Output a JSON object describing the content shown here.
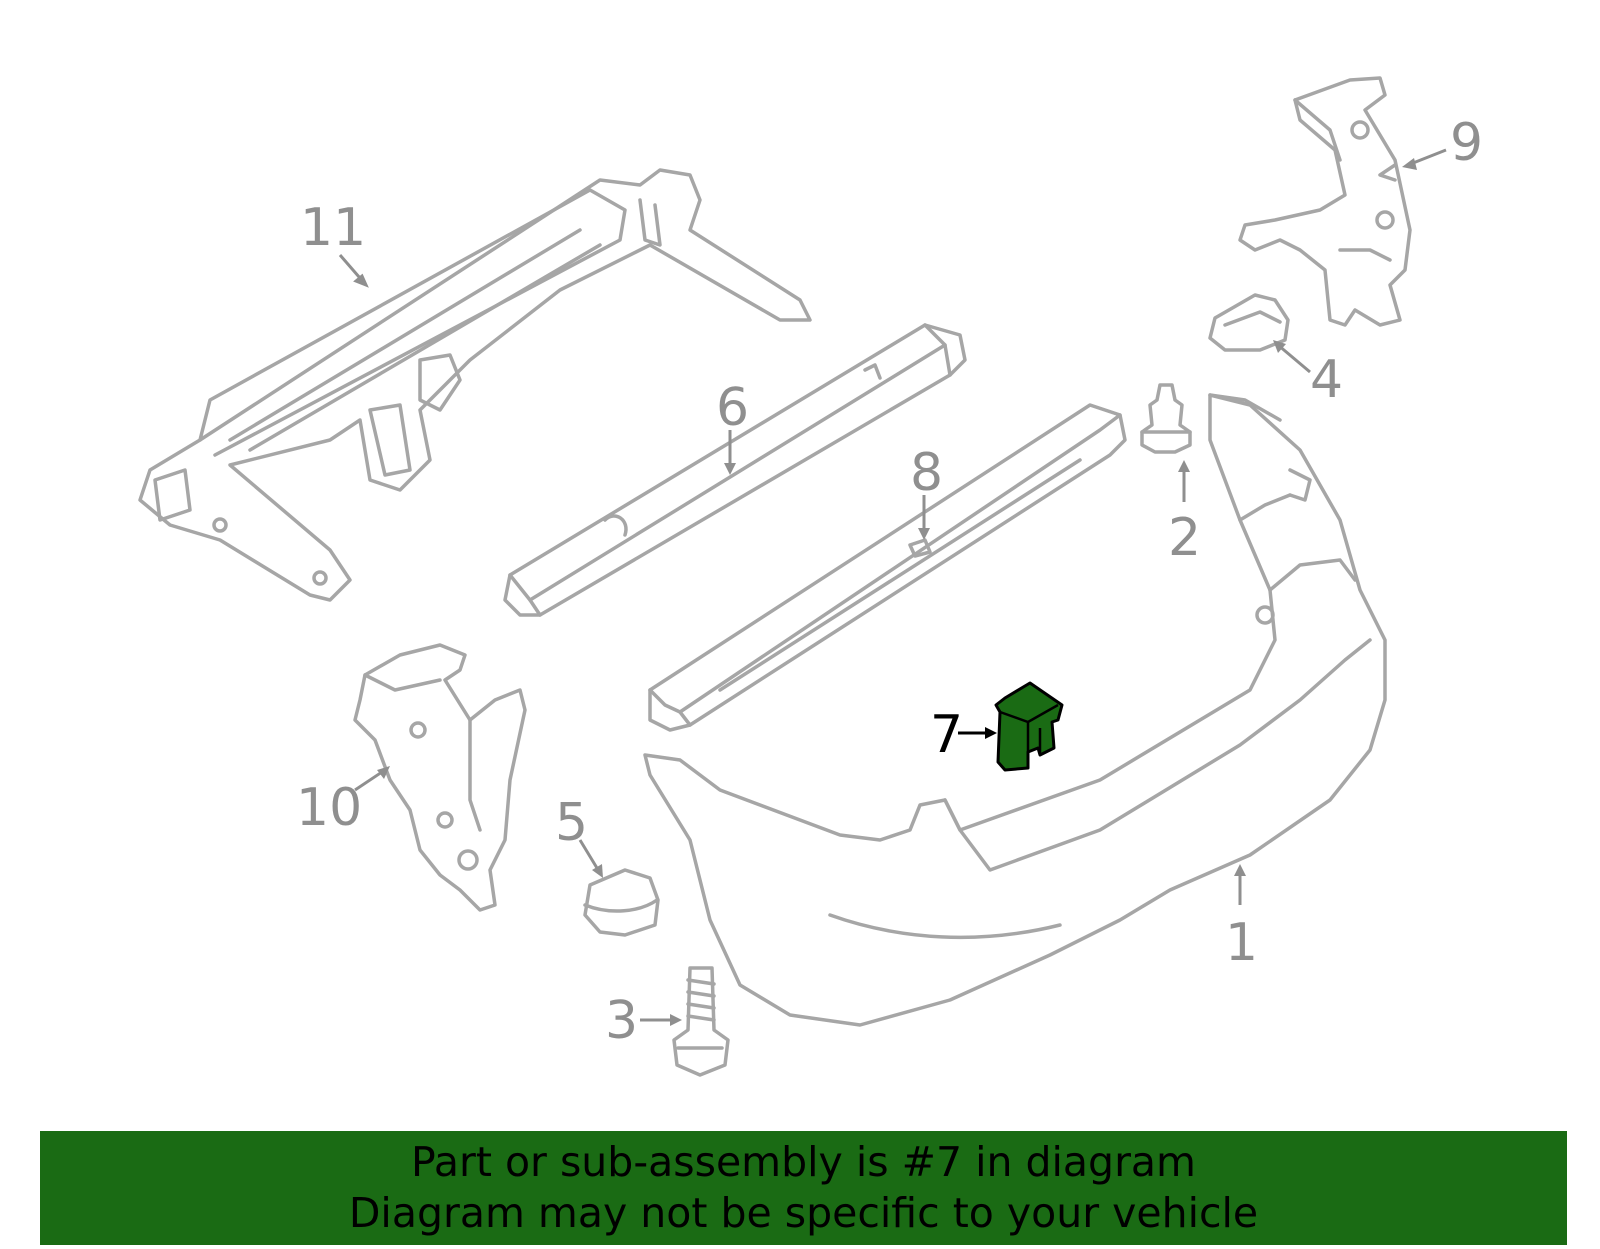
{
  "colors": {
    "part_outline": "#a6a6a6",
    "callout_label": "#8f8f8f",
    "highlight_fill": "#1a6b14",
    "footer_background": "#1a6b14",
    "footer_text": "#000000"
  },
  "callouts": {
    "c1": "1",
    "c2": "2",
    "c3": "3",
    "c4": "4",
    "c5": "5",
    "c6": "6",
    "c7": "7",
    "c8": "8",
    "c9": "9",
    "c10": "10",
    "c11": "11"
  },
  "highlighted_part": "7",
  "footer": {
    "line1": "Part or sub-assembly is #7 in diagram",
    "line2": "Diagram may not be specific to your vehicle"
  }
}
